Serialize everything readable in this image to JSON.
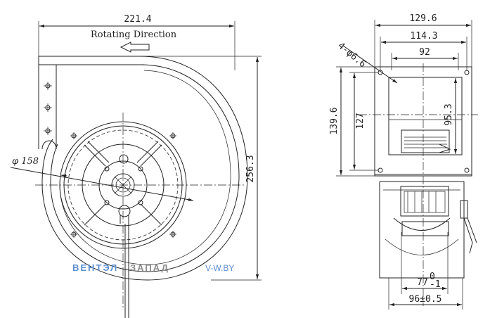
{
  "front_view": {
    "width_dim": "221.4",
    "rotation_label": "Rotating Direction",
    "diameter_dim": "φ 158",
    "height_dim": "256.3"
  },
  "side_view": {
    "width_dim": "129.6",
    "hole_spacing_dim": "114.3",
    "inlet_dim": "92",
    "holes_dim": "4-φ6.6",
    "height_dim": "139.6",
    "hole_height_dim": "127",
    "inner_height_dim": "95.3"
  },
  "bottom_view": {
    "motor_dim_value": "77",
    "motor_dim_tol_upper": "0",
    "motor_dim_tol_lower": "-1",
    "width_dim": "96±0.5"
  },
  "watermark": {
    "brand_part1": "ВЕНТЭЛ",
    "brand_part2": "ЗАПАД",
    "site": "V-W.BY",
    "brand_color1": "#5b8fd0",
    "brand_color2": "#8a8a8a"
  }
}
